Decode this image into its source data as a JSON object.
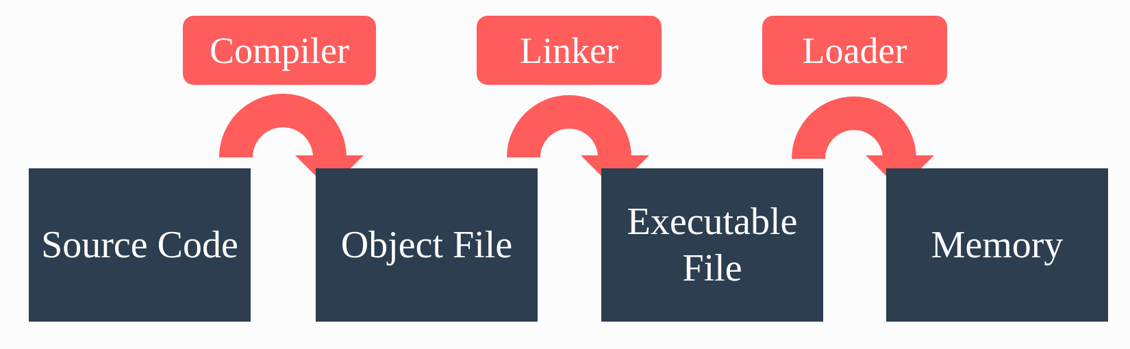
{
  "colors": {
    "background": "#fcfcfc",
    "stage_box": "#2c3e50",
    "process_label": "#ff5c5c",
    "text": "#ffffff"
  },
  "stages": [
    {
      "label": "Source Code"
    },
    {
      "label": "Object File"
    },
    {
      "label": "Executable File"
    },
    {
      "label": "Memory"
    }
  ],
  "processes": [
    {
      "label": "Compiler",
      "arrow_icon": "curved-arrow-down-right"
    },
    {
      "label": "Linker",
      "arrow_icon": "curved-arrow-down-right"
    },
    {
      "label": "Loader",
      "arrow_icon": "curved-arrow-down-right"
    }
  ]
}
